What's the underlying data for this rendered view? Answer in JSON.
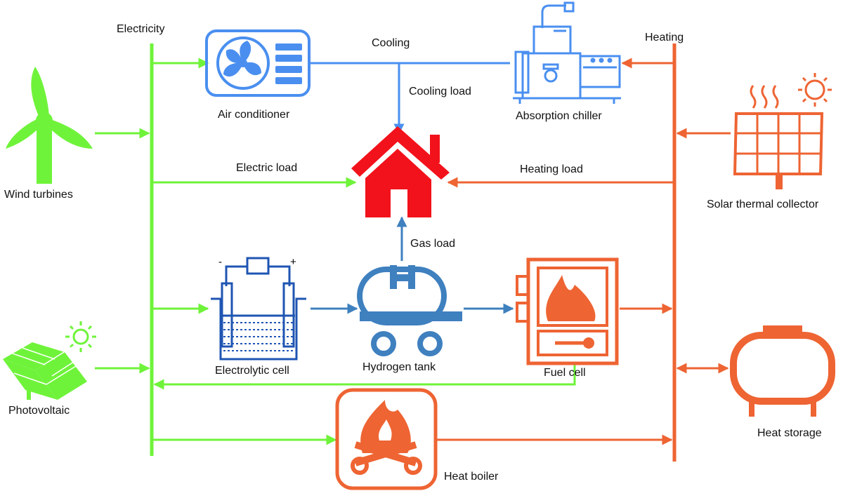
{
  "colors": {
    "electric": "#6ff33a",
    "heating": "#ee6433",
    "hydrogen": "#3f80bf",
    "cooling": "#4a8ff0",
    "house": "#f2121b",
    "electrolytic": "#1f55b3"
  },
  "labels": {
    "electricity_bus": "Electricity",
    "heating_bus": "Heating",
    "cooling": "Cooling",
    "cooling_load": "Cooling load",
    "electric_load": "Electric load",
    "heating_load": "Heating load",
    "gas_load": "Gas load",
    "minus": "-",
    "plus": "+"
  },
  "components": {
    "wind_turbines": {
      "label": "Wind turbines",
      "icon": "wind-turbine-icon"
    },
    "photovoltaic": {
      "label": "Photovoltaic",
      "icon": "solar-panel-icon"
    },
    "air_conditioner": {
      "label": "Air conditioner",
      "icon": "air-conditioner-icon"
    },
    "absorption_chiller": {
      "label": "Absorption chiller",
      "icon": "absorption-chiller-icon"
    },
    "solar_thermal_collector": {
      "label": "Solar thermal collector",
      "icon": "solar-thermal-collector-icon"
    },
    "electrolytic_cell": {
      "label": "Electrolytic cell",
      "icon": "electrolytic-cell-icon"
    },
    "hydrogen_tank": {
      "label": "Hydrogen tank",
      "icon": "hydrogen-tank-icon"
    },
    "fuel_cell": {
      "label": "Fuel cell",
      "icon": "fuel-cell-icon"
    },
    "heat_storage": {
      "label": "Heat storage",
      "icon": "heat-storage-icon"
    },
    "heat_boiler": {
      "label": "Heat boiler",
      "icon": "heat-boiler-icon"
    },
    "house": {
      "icon": "house-icon"
    }
  }
}
